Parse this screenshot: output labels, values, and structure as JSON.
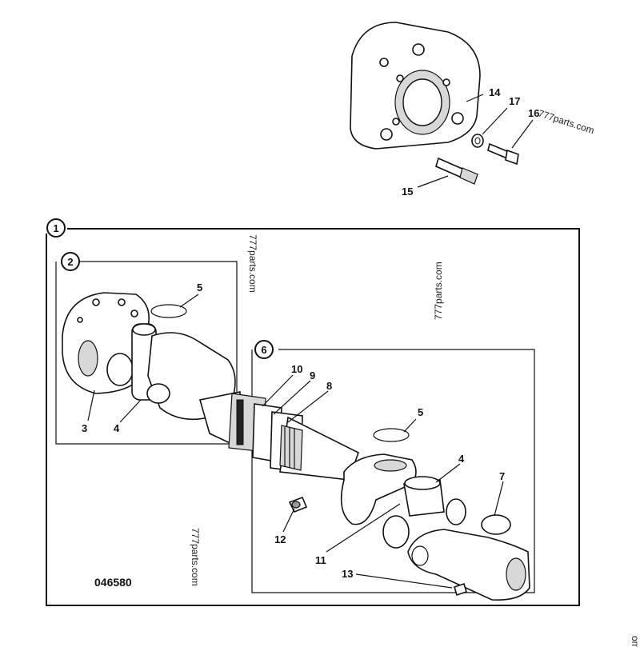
{
  "drawing_code": "046580",
  "watermarks": [
    "777parts.com",
    "777parts.com",
    "777parts.com",
    "777parts.com",
    "om"
  ],
  "group_callouts": [
    "1",
    "2",
    "6"
  ],
  "part_callouts": [
    "14",
    "17",
    "16",
    "15",
    "5",
    "3",
    "4",
    "10",
    "9",
    "8",
    "5",
    "4",
    "7",
    "12",
    "11",
    "13"
  ]
}
